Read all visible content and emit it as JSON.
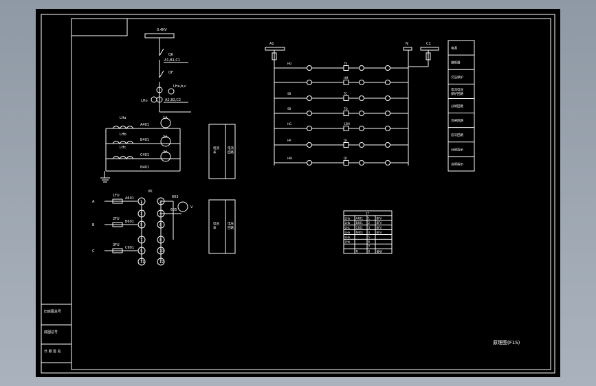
{
  "bus": {
    "voltage": "0.4KV",
    "switch_qk": "QK",
    "phases_top": "A1,B1,C1",
    "switch_qf": "QF",
    "ct_label": "LHa,b,c",
    "ct_zero": "LHo",
    "phases_bottom": "A2,B2,C2"
  },
  "current_circuit": {
    "coils": [
      "LHa",
      "LHb",
      "LHc"
    ],
    "wires": [
      "A401",
      "B401",
      "C401",
      "N401"
    ],
    "meters": [
      "1A",
      "2A",
      "3A"
    ]
  },
  "voltage_circuit": {
    "phases": [
      "A",
      "B",
      "C"
    ],
    "fuses": [
      "1FU",
      "2FU",
      "3FU"
    ],
    "wires": [
      "A601",
      "B601",
      "C601"
    ],
    "switch": "VK",
    "meter": "V",
    "terminals": [
      "1",
      "2",
      "3",
      "4",
      "5",
      "6",
      "7",
      "8",
      "9",
      "10",
      "11",
      "12"
    ],
    "aux_wires": [
      "603",
      "605"
    ]
  },
  "device_boxes": [
    {
      "left_text": "电流\n表",
      "right_text": "电流\n回路"
    },
    {
      "left_text": "电压\n表",
      "right_text": "电压\n回路"
    }
  ],
  "control": {
    "left_bus": "A1",
    "right_bus": "N",
    "fuse_bus": "C1",
    "rows": [
      {
        "left": "HG",
        "lamp": "TV",
        "end": ""
      },
      {
        "left": "",
        "lamp": "HM",
        "end": ""
      },
      {
        "left": "SB",
        "lamp": "TC",
        "end": ""
      },
      {
        "left": "SB",
        "lamp": "TQ",
        "end": ""
      },
      {
        "left": "HG",
        "lamp": "1ZM",
        "end": ""
      },
      {
        "left": "HR",
        "lamp": "QF",
        "end": ""
      },
      {
        "left": "HW",
        "lamp": "QF",
        "end": ""
      }
    ],
    "legend": [
      "电源",
      "熔断器",
      "欠压保护",
      "电流电压\n保护回路",
      "分闸回路",
      "合闸回路",
      "信号回路",
      "分闸指示",
      "合闸指示"
    ]
  },
  "terminal_table": {
    "title": "1T",
    "rows": [
      [
        "LHa",
        "A401",
        "1",
        "BFV"
      ],
      [
        "LHb",
        "B401",
        "2",
        "BFV"
      ],
      [
        "LHc",
        "C401",
        "3",
        "BFV"
      ],
      [
        "LHa",
        "N401",
        "4",
        "BFV"
      ],
      [
        "LHo",
        "",
        "5",
        ""
      ],
      [
        "LHo",
        "",
        "6",
        ""
      ],
      [
        "",
        "",
        "7",
        ""
      ],
      [
        "",
        "N",
        "8",
        "接地"
      ]
    ]
  },
  "title_block": {
    "rows": [
      "旧底图总号",
      "底图总号",
      "日  期  签  名"
    ]
  },
  "drawing_title": "原理图(F1S)",
  "colors": {
    "background": "#000000",
    "lines": "#ffffff",
    "desktop": "#9aa3ad"
  }
}
